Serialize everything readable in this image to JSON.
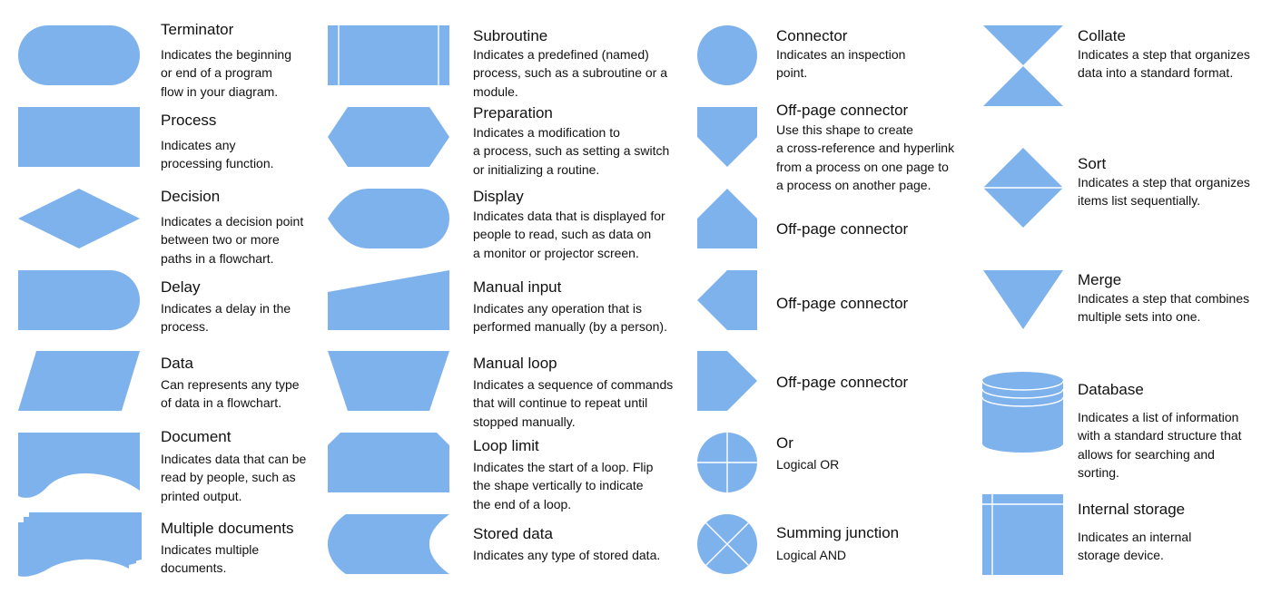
{
  "shapes": [
    {
      "id": "terminator",
      "title": "Terminator",
      "desc": "Indicates the beginning\nor end of a program\nflow in your diagram.",
      "icon": "terminator-shape"
    },
    {
      "id": "process",
      "title": "Process",
      "desc": "Indicates any\nprocessing function.",
      "icon": "process-shape"
    },
    {
      "id": "decision",
      "title": "Decision",
      "desc": "Indicates a decision point\nbetween two or more\npaths in a flowchart.",
      "icon": "decision-shape"
    },
    {
      "id": "delay",
      "title": "Delay",
      "desc": "Indicates a delay in the\nprocess.",
      "icon": "delay-shape"
    },
    {
      "id": "data",
      "title": "Data",
      "desc": "Can represents any type\nof data in a flowchart.",
      "icon": "data-shape"
    },
    {
      "id": "document",
      "title": "Document",
      "desc": "Indicates data that can be\nread by people, such as\nprinted output.",
      "icon": "document-shape"
    },
    {
      "id": "multiple-documents",
      "title": "Multiple documents",
      "desc": "Indicates multiple\ndocuments.",
      "icon": "multiple-documents-shape"
    },
    {
      "id": "subroutine",
      "title": "Subroutine",
      "desc": "Indicates a predefined (named)\nprocess, such as a subroutine or a\nmodule.",
      "icon": "subroutine-shape"
    },
    {
      "id": "preparation",
      "title": "Preparation",
      "desc": "Indicates a modification to\na process, such as setting a switch\nor initializing a routine.",
      "icon": "preparation-shape"
    },
    {
      "id": "display",
      "title": "Display",
      "desc": "Indicates data that is displayed for\npeople to read, such as data on\na monitor or projector screen.",
      "icon": "display-shape"
    },
    {
      "id": "manual-input",
      "title": "Manual input",
      "desc": "Indicates any operation that is\nperformed manually (by a person).",
      "icon": "manual-input-shape"
    },
    {
      "id": "manual-loop",
      "title": "Manual loop",
      "desc": "Indicates a sequence of commands\nthat will continue to repeat until\nstopped manually.",
      "icon": "manual-loop-shape"
    },
    {
      "id": "loop-limit",
      "title": "Loop limit",
      "desc": "Indicates the start of a loop. Flip\nthe shape vertically to indicate\nthe end of a loop.",
      "icon": "loop-limit-shape"
    },
    {
      "id": "stored-data",
      "title": "Stored data",
      "desc": "Indicates any type of stored data.",
      "icon": "stored-data-shape"
    },
    {
      "id": "connector",
      "title": "Connector",
      "desc": "Indicates an inspection\npoint.",
      "icon": "connector-shape"
    },
    {
      "id": "off-page-connector",
      "title": "Off-page connector",
      "desc": "Use this shape to create\na cross-reference and hyperlink\nfrom a process on one page to\na process on another page.",
      "icon": "off-page-connector-down-shape"
    },
    {
      "id": "off-page-connector-up",
      "title": "Off-page connector",
      "desc": "",
      "icon": "off-page-connector-up-shape"
    },
    {
      "id": "off-page-connector-left",
      "title": "Off-page connector",
      "desc": "",
      "icon": "off-page-connector-left-shape"
    },
    {
      "id": "off-page-connector-right",
      "title": "Off-page connector",
      "desc": "",
      "icon": "off-page-connector-right-shape"
    },
    {
      "id": "or",
      "title": "Or",
      "desc": "Logical OR",
      "icon": "or-shape"
    },
    {
      "id": "summing-junction",
      "title": "Summing junction",
      "desc": "Logical AND",
      "icon": "summing-junction-shape"
    },
    {
      "id": "collate",
      "title": "Collate",
      "desc": "Indicates a step that organizes\ndata into a standard format.",
      "icon": "collate-shape"
    },
    {
      "id": "sort",
      "title": "Sort",
      "desc": "Indicates a step that organizes\nitems list sequentially.",
      "icon": "sort-shape"
    },
    {
      "id": "merge",
      "title": "Merge",
      "desc": "Indicates a step that combines\nmultiple sets into one.",
      "icon": "merge-shape"
    },
    {
      "id": "database",
      "title": "Database",
      "desc": "Indicates a list of information\nwith a standard structure that\nallows for searching and\nsorting.",
      "icon": "database-shape"
    },
    {
      "id": "internal-storage",
      "title": "Internal storage",
      "desc": "Indicates an internal\nstorage device.",
      "icon": "internal-storage-shape"
    }
  ],
  "colors": {
    "shape_fill": "#7eb2ec",
    "shape_line": "#ffffff",
    "text": "#111111"
  }
}
